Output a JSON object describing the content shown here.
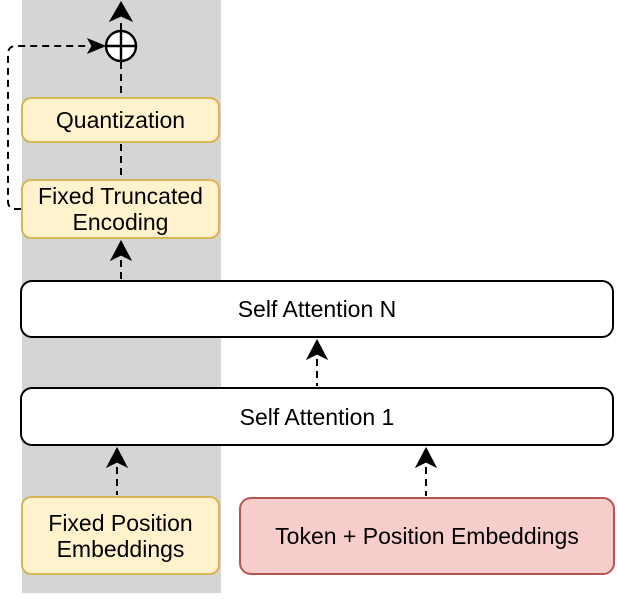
{
  "diagram": {
    "description": "Transformer architecture block diagram with recurrent quantized fixed-position pathway",
    "nodes": {
      "quantization": "Quantization",
      "fixed_truncated_encoding": "Fixed Truncated\nEncoding",
      "self_attention_n": "Self Attention N",
      "self_attention_1": "Self Attention 1",
      "fixed_position_embeddings": "Fixed Position\nEmbeddings",
      "token_position_embeddings": "Token + Position Embeddings"
    },
    "icons": {
      "sum_node": "plus-in-circle addition/merge operator"
    },
    "colors": {
      "band_gray": "#d5d5d5",
      "yellow_fill": "#fff2cc",
      "yellow_border": "#d6b656",
      "red_fill": "#f8cecc",
      "red_border": "#b85450",
      "white_fill": "#ffffff",
      "line_black": "#000000"
    }
  }
}
